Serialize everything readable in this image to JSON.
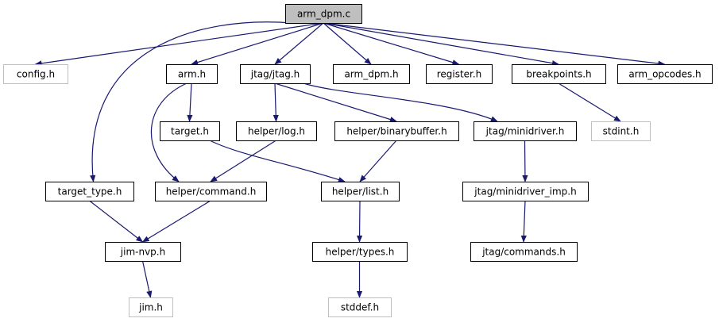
{
  "colors": {
    "edge": "#191970",
    "node_border": "#000000",
    "missing_border": "#bfbfbf",
    "root_fill": "#bfbfbf",
    "node_fill": "#ffffff",
    "missing_text": "#555555"
  },
  "nodes": [
    {
      "id": "arm_dpm_c",
      "label": "arm_dpm.c",
      "style": "root"
    },
    {
      "id": "config_h",
      "label": "config.h",
      "style": "missing"
    },
    {
      "id": "arm_h",
      "label": "arm.h",
      "style": "normal"
    },
    {
      "id": "jtag_jtag_h",
      "label": "jtag/jtag.h",
      "style": "normal"
    },
    {
      "id": "arm_dpm_h",
      "label": "arm_dpm.h",
      "style": "normal"
    },
    {
      "id": "register_h",
      "label": "register.h",
      "style": "normal"
    },
    {
      "id": "breakpoints_h",
      "label": "breakpoints.h",
      "style": "normal"
    },
    {
      "id": "arm_opcodes_h",
      "label": "arm_opcodes.h",
      "style": "normal"
    },
    {
      "id": "target_h",
      "label": "target.h",
      "style": "normal"
    },
    {
      "id": "helper_log_h",
      "label": "helper/log.h",
      "style": "normal"
    },
    {
      "id": "helper_binarybuffer_h",
      "label": "helper/binarybuffer.h",
      "style": "normal"
    },
    {
      "id": "jtag_minidriver_h",
      "label": "jtag/minidriver.h",
      "style": "normal"
    },
    {
      "id": "stdint_h",
      "label": "stdint.h",
      "style": "missing"
    },
    {
      "id": "target_type_h",
      "label": "target_type.h",
      "style": "normal"
    },
    {
      "id": "helper_command_h",
      "label": "helper/command.h",
      "style": "normal"
    },
    {
      "id": "helper_list_h",
      "label": "helper/list.h",
      "style": "normal"
    },
    {
      "id": "jtag_minidriver_imp_h",
      "label": "jtag/minidriver_imp.h",
      "style": "normal"
    },
    {
      "id": "jim_nvp_h",
      "label": "jim-nvp.h",
      "style": "normal"
    },
    {
      "id": "helper_types_h",
      "label": "helper/types.h",
      "style": "normal"
    },
    {
      "id": "jtag_commands_h",
      "label": "jtag/commands.h",
      "style": "normal"
    },
    {
      "id": "jim_h",
      "label": "jim.h",
      "style": "missing"
    },
    {
      "id": "stddef_h",
      "label": "stddef.h",
      "style": "missing"
    }
  ],
  "edges": [
    [
      "arm_dpm_c",
      "config_h"
    ],
    [
      "arm_dpm_c",
      "arm_h"
    ],
    [
      "arm_dpm_c",
      "jtag_jtag_h"
    ],
    [
      "arm_dpm_c",
      "arm_dpm_h"
    ],
    [
      "arm_dpm_c",
      "register_h"
    ],
    [
      "arm_dpm_c",
      "breakpoints_h"
    ],
    [
      "arm_dpm_c",
      "arm_opcodes_h"
    ],
    [
      "arm_dpm_c",
      "target_type_h"
    ],
    [
      "arm_h",
      "target_h"
    ],
    [
      "arm_h",
      "helper_command_h"
    ],
    [
      "jtag_jtag_h",
      "helper_log_h"
    ],
    [
      "jtag_jtag_h",
      "helper_binarybuffer_h"
    ],
    [
      "jtag_jtag_h",
      "jtag_minidriver_h"
    ],
    [
      "breakpoints_h",
      "stdint_h"
    ],
    [
      "target_h",
      "helper_list_h"
    ],
    [
      "helper_log_h",
      "helper_command_h"
    ],
    [
      "helper_binarybuffer_h",
      "helper_list_h"
    ],
    [
      "jtag_minidriver_h",
      "jtag_minidriver_imp_h"
    ],
    [
      "target_type_h",
      "jim_nvp_h"
    ],
    [
      "helper_command_h",
      "jim_nvp_h"
    ],
    [
      "helper_list_h",
      "helper_types_h"
    ],
    [
      "jtag_minidriver_imp_h",
      "jtag_commands_h"
    ],
    [
      "jim_nvp_h",
      "jim_h"
    ],
    [
      "helper_types_h",
      "stddef_h"
    ]
  ]
}
